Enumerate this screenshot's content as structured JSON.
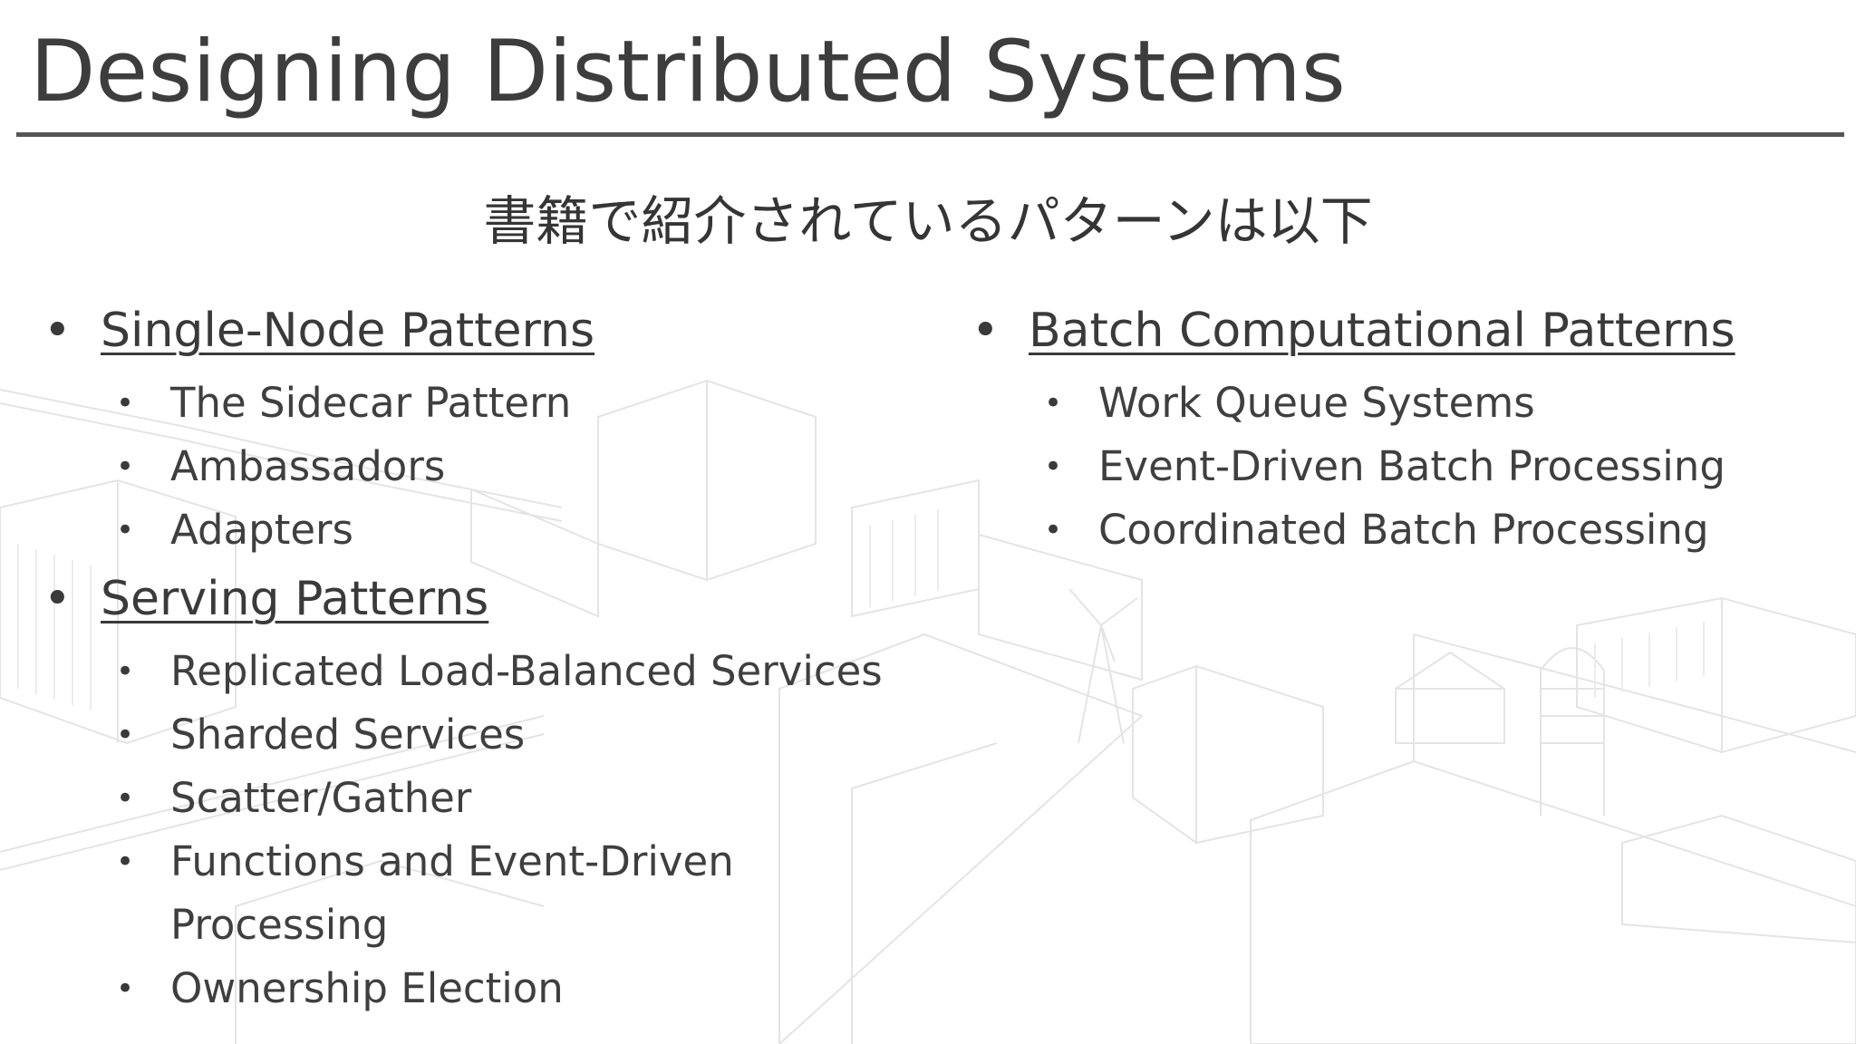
{
  "slide": {
    "title": "Designing Distributed Systems",
    "subtitle": "書籍で紹介されているパターンは以下"
  },
  "left_column": [
    {
      "heading": "Single-Node Patterns",
      "items": [
        "The Sidecar Pattern",
        "Ambassadors",
        "Adapters"
      ]
    },
    {
      "heading": "Serving Patterns",
      "items": [
        "Replicated Load-Balanced Services",
        "Sharded Services",
        "Scatter/Gather",
        "Functions and Event-Driven Processing",
        "Ownership Election"
      ]
    }
  ],
  "right_column": [
    {
      "heading": "Batch Computational Patterns",
      "items": [
        "Work Queue Systems",
        "Event-Driven Batch Processing",
        "Coordinated Batch Processing"
      ]
    }
  ],
  "bullet_glyph": "•",
  "colors": {
    "text": "#3f3f3f",
    "rule": "#565656",
    "background_art": "#e3e3e3"
  }
}
